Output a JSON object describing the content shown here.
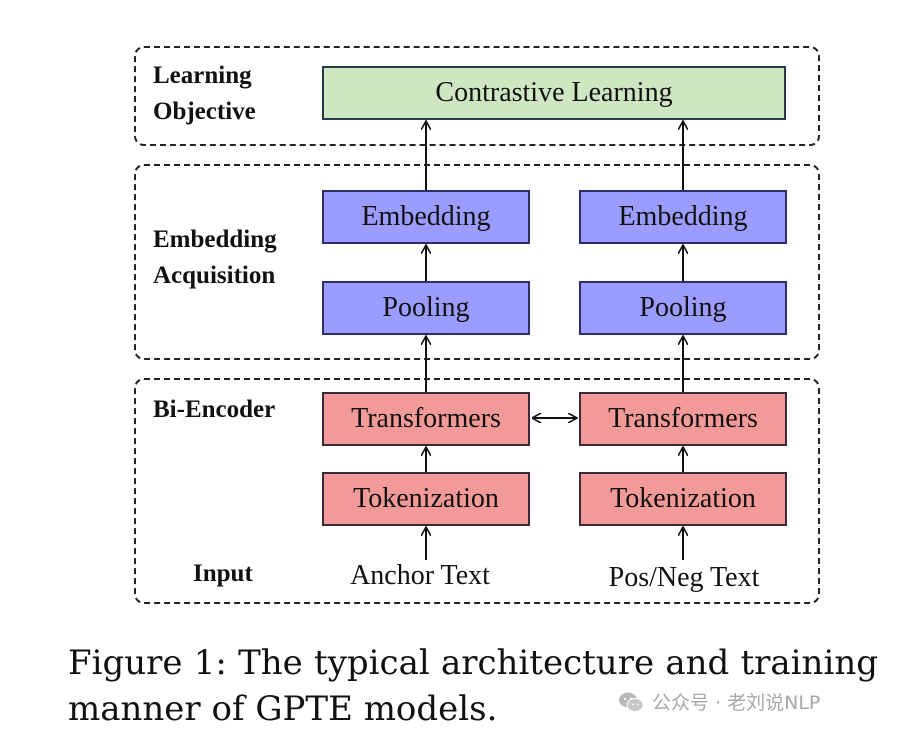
{
  "sections": {
    "learning_objective": "Learning\nObjective",
    "embedding_acquisition": "Embedding\nAcquisition",
    "bi_encoder": "Bi-Encoder",
    "input": "Input"
  },
  "boxes": {
    "contrastive": "Contrastive Learning",
    "left_embedding": "Embedding",
    "right_embedding": "Embedding",
    "left_pooling": "Pooling",
    "right_pooling": "Pooling",
    "left_transformers": "Transformers",
    "right_transformers": "Transformers",
    "left_tokenization": "Tokenization",
    "right_tokenization": "Tokenization"
  },
  "inputs": {
    "anchor": "Anchor Text",
    "posneg": "Pos/Neg Text"
  },
  "caption": "Figure 1: The typical architecture and training manner of GPTE models.",
  "watermark": "公众号 · 老刘说NLP",
  "colors": {
    "green": "#cfe6c2",
    "blue": "#9b9cff",
    "red": "#f29a98"
  }
}
